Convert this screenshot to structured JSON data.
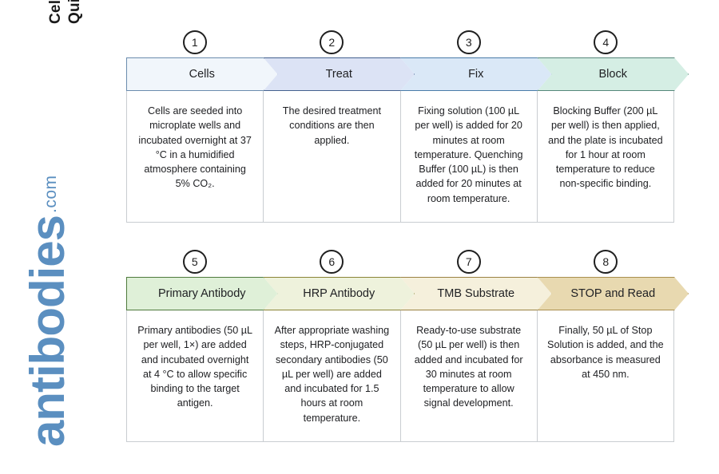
{
  "side_title": {
    "line1": "Cell Based ELISA Kits",
    "line2": "Quick Protocol"
  },
  "logo": {
    "word": "antibodies",
    "domain": ".com",
    "color": "#5b8fc0"
  },
  "rows": [
    {
      "row_id": "row-1",
      "steps": [
        {
          "number": "1",
          "label": "Cells",
          "fill": "#f1f6fb",
          "stroke": "#6b8cae",
          "text": "Cells are seeded into microplate wells and incubated overnight at 37 °C in a humidified atmosphere containing 5% CO₂."
        },
        {
          "number": "2",
          "label": "Treat",
          "fill": "#dce3f5",
          "stroke": "#44618f",
          "text": "The desired treatment conditions are then applied."
        },
        {
          "number": "3",
          "label": "Fix",
          "fill": "#dae8f7",
          "stroke": "#4a7ca8",
          "text": "Fixing solution (100 µL per well) is added for 20 minutes at room temperature. Quenching Buffer (100 µL) is then added for 20 minutes at room temperature."
        },
        {
          "number": "4",
          "label": "Block",
          "fill": "#d5eee4",
          "stroke": "#55877a",
          "text": "Blocking Buffer (200 µL per well) is then applied, and the plate is incubated for 1 hour at room temperature to reduce non-specific binding."
        }
      ]
    },
    {
      "row_id": "row-2",
      "steps": [
        {
          "number": "5",
          "label": "Primary Antibody",
          "fill": "#dff0d8",
          "stroke": "#4e7a3c",
          "text": "Primary antibodies (50 µL per well, 1×) are added and incubated overnight at 4 °C to allow specific binding to the target antigen."
        },
        {
          "number": "6",
          "label": "HRP Antibody",
          "fill": "#eef2dc",
          "stroke": "#8a8436",
          "text": "After appropriate washing steps, HRP-conjugated secondary antibodies (50 µL per well) are added and incubated for 1.5 hours at room temperature."
        },
        {
          "number": "7",
          "label": "TMB Substrate",
          "fill": "#f5f0dc",
          "stroke": "#9a8242",
          "text": "Ready-to-use substrate (50 µL per well) is then added and incubated for 30 minutes at room temperature to allow signal development."
        },
        {
          "number": "8",
          "label": "STOP and Read",
          "fill": "#e8d9b0",
          "stroke": "#a98f4e",
          "text": "Finally, 50 µL of Stop Solution is added, and the absorbance is measured at 450 nm."
        }
      ]
    }
  ]
}
